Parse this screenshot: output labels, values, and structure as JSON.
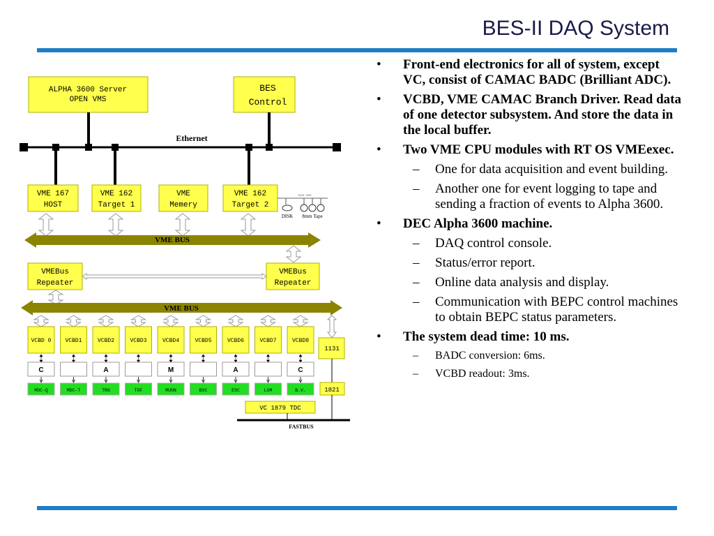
{
  "title": "BES-II DAQ System",
  "diagram": {
    "server": {
      "line1": "ALPHA 3600 Server",
      "line2": "OPEN VMS"
    },
    "bes_control": {
      "line1": "BES",
      "line2": "Control"
    },
    "ethernet": "Ethernet",
    "modules": [
      {
        "line1": "VME 167",
        "line2": "HOST"
      },
      {
        "line1": "VME 162",
        "line2": "Target 1"
      },
      {
        "line1": "VME",
        "line2": "Memery"
      },
      {
        "line1": "VME 162",
        "line2": "Target 2"
      }
    ],
    "disk": "DISK",
    "tape": "8mm Tape",
    "scsi": "SCSI BUS",
    "vme_bus_1": "VME BUS",
    "repeater_left": {
      "line1": "VMEBus",
      "line2": "Repeater"
    },
    "repeater_right": {
      "line1": "VMEBus",
      "line2": "Repeater"
    },
    "vme_bus_2": "VME BUS",
    "vcbd": [
      "VCBD 0",
      "VCBD1",
      "VCBD2",
      "VCBD3",
      "VCBD4",
      "VCBD5",
      "VCBD6",
      "VCBD7",
      "VCBD8"
    ],
    "camac_letters": [
      "C",
      "",
      "A",
      "",
      "M",
      "",
      "A",
      "",
      "C"
    ],
    "detectors": [
      "MDC-Q",
      "MDC-T",
      "TRG",
      "TOF",
      "MUON",
      "BSC",
      "ESC",
      "LUM",
      "B.V."
    ],
    "module_1131": "1131",
    "module_1821": "1821",
    "tdc": "VC 1879  TDC",
    "fastbus": "FASTBUS"
  },
  "bullets": [
    {
      "level": 1,
      "text": "Front-end electronics for all of system, except VC,  consist of CAMAC BADC (Brilliant ADC)."
    },
    {
      "level": 1,
      "text": "VCBD, VME CAMAC Branch Driver. Read data of one detector subsystem. And store the data in the local buffer."
    },
    {
      "level": 1,
      "text": "Two VME CPU modules with RT OS VMEexec."
    },
    {
      "level": 2,
      "text": "One for data acquisition and event building."
    },
    {
      "level": 2,
      "text": "Another one for event logging to tape and sending a fraction of events to Alpha 3600."
    },
    {
      "level": 1,
      "text": "DEC Alpha 3600 machine."
    },
    {
      "level": 2,
      "text": "DAQ control console."
    },
    {
      "level": 2,
      "text": "Status/error report."
    },
    {
      "level": 2,
      "text": "Online data analysis and display."
    },
    {
      "level": 2,
      "text": "Communication with BEPC control machines to obtain BEPC status parameters."
    },
    {
      "level": 1,
      "text": "The system dead time: 10 ms."
    },
    {
      "level": 3,
      "text": "BADC conversion: 6ms."
    },
    {
      "level": 3,
      "text": "VCBD readout: 3ms."
    }
  ],
  "colors": {
    "accent": "#1f7ec6",
    "box_yellow": "#ffff4d",
    "bus_olive": "#8b8400",
    "detector_green": "#22dd22"
  }
}
